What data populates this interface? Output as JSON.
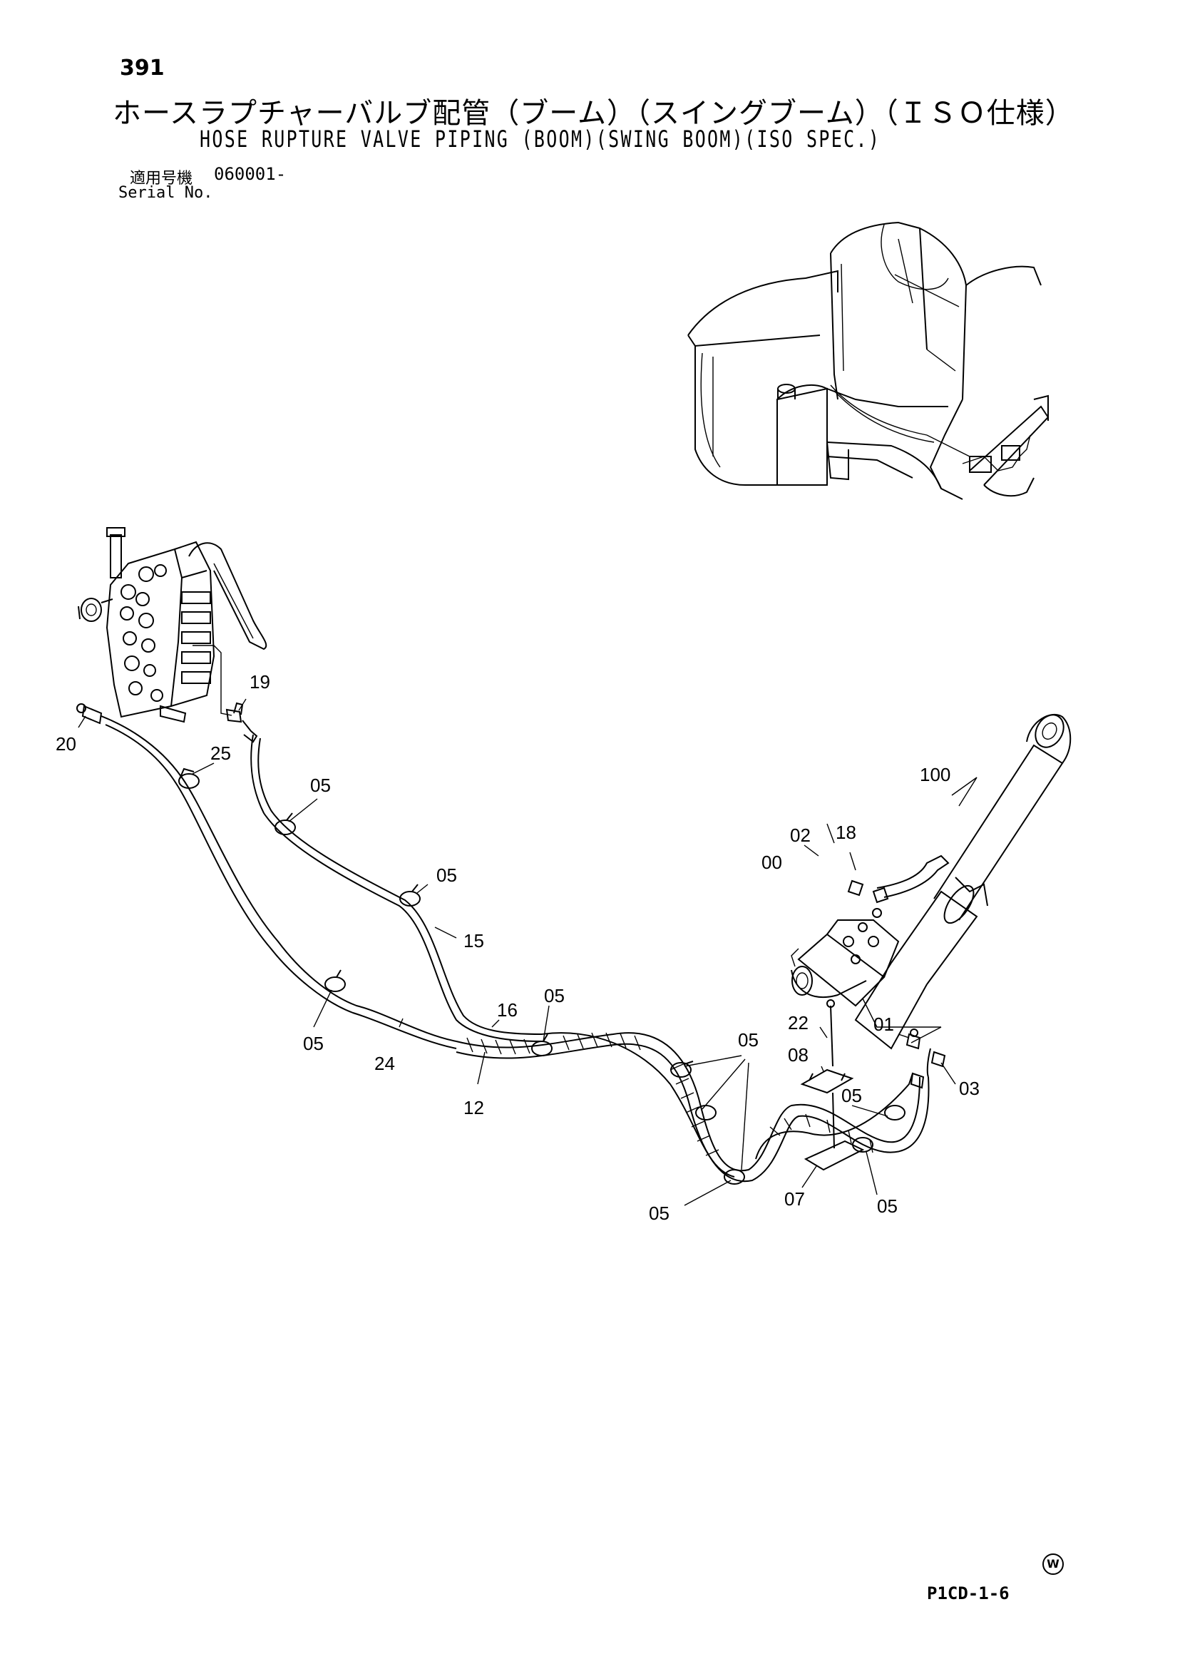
{
  "header": {
    "page_number": "391",
    "title_jp": "ホースラプチャーバルブ配管（ブーム）（スイングブーム）（ＩＳＯ仕様）",
    "title_en": "HOSE RUPTURE VALVE PIPING (BOOM)(SWING BOOM)(ISO SPEC.)",
    "serial_label_jp": "適用号機",
    "serial_value": "060001-",
    "serial_label_en": "Serial No."
  },
  "part_labels": [
    {
      "id": "19",
      "text": "19"
    },
    {
      "id": "20",
      "text": "20"
    },
    {
      "id": "25",
      "text": "25"
    },
    {
      "id": "05a",
      "text": "05"
    },
    {
      "id": "05b",
      "text": "05"
    },
    {
      "id": "15",
      "text": "15"
    },
    {
      "id": "16",
      "text": "16"
    },
    {
      "id": "05c",
      "text": "05"
    },
    {
      "id": "05d",
      "text": "05"
    },
    {
      "id": "24",
      "text": "24"
    },
    {
      "id": "12",
      "text": "12"
    },
    {
      "id": "05e",
      "text": "05"
    },
    {
      "id": "05f",
      "text": "05"
    },
    {
      "id": "05g",
      "text": "05"
    },
    {
      "id": "07",
      "text": "07"
    },
    {
      "id": "05h",
      "text": "05"
    },
    {
      "id": "22",
      "text": "22"
    },
    {
      "id": "08",
      "text": "08"
    },
    {
      "id": "01",
      "text": "01"
    },
    {
      "id": "03",
      "text": "03"
    },
    {
      "id": "100",
      "text": "100"
    },
    {
      "id": "02",
      "text": "02"
    },
    {
      "id": "18",
      "text": "18"
    },
    {
      "id": "00",
      "text": "00"
    }
  ],
  "footer": {
    "watermark": "W",
    "page_code": "P1CD-1-6"
  }
}
